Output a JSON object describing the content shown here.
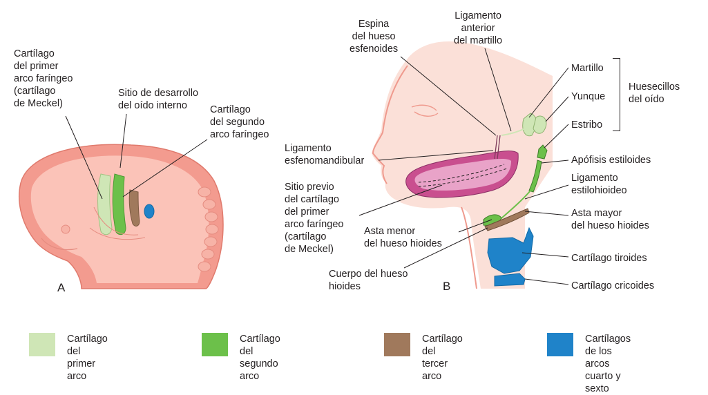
{
  "colors": {
    "first_arch": "#cfe6b6",
    "second_arch": "#6cc04a",
    "third_arch": "#a0795c",
    "fourth_sixth": "#1f83c9"
  },
  "panel_a": {
    "letter": "A",
    "labels": {
      "meckel": "Cartílago\ndel primer\narco faríngeo\n(cartílago\nde Meckel)",
      "inner_ear": "Sitio de desarrollo\ndel oído interno",
      "second_arch": "Cartílago\ndel segundo\narco faríngeo"
    }
  },
  "panel_b": {
    "letter": "B",
    "labels": {
      "sphenoid_spine": "Espina\ndel hueso\nesfenoides",
      "anterior_malleus_ligament": "Ligamento\nanterior\ndel martillo",
      "malleus": "Martillo",
      "incus": "Yunque",
      "stapes": "Estribo",
      "ossicles": "Huesecillos\ndel oído",
      "styloid": "Apófisis estiloides",
      "stylohyoid": "Ligamento\nestilohioideo",
      "sphenomandibular": "Ligamento\nesfenomandibular",
      "former_meckel": "Sitio previo\ndel cartílago\ndel primer\narco faríngeo\n(cartílago\nde Meckel)",
      "lesser_horn": "Asta menor\ndel hueso hioides",
      "greater_horn": "Asta mayor\ndel hueso hioides",
      "hyoid_body": "Cuerpo del hueso\nhioides",
      "thyroid": "Cartílago tiroides",
      "cricoid": "Cartílago cricoides"
    }
  },
  "legend": [
    {
      "label": "Cartílago\ndel primer arco",
      "color": "#cfe6b6"
    },
    {
      "label": "Cartílago\ndel segundo arco",
      "color": "#6cc04a"
    },
    {
      "label": "Cartílago\ndel tercer arco",
      "color": "#a0795c"
    },
    {
      "label": "Cartílagos de los arcos\ncuarto y sexto",
      "color": "#1f83c9"
    }
  ]
}
